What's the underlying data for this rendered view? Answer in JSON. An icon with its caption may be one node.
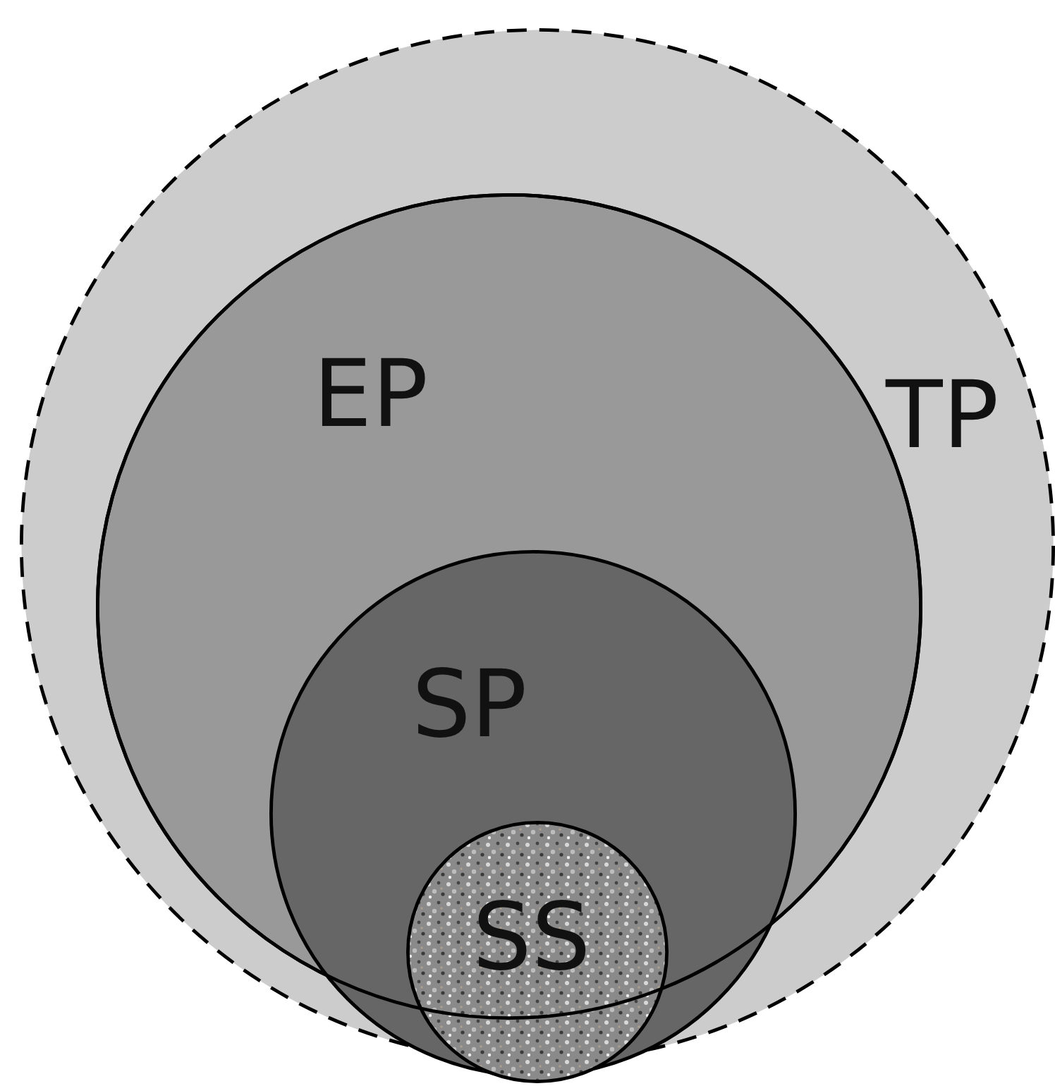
{
  "diagram": {
    "nodes": [
      {
        "text": [
          "TP"
        ]
      },
      {
        "text": [
          "EP"
        ],
        "in": 0
      },
      {
        "text": [
          "SP"
        ],
        "in": 0
      },
      {
        "text": [
          "SS"
        ],
        "in": 2
      }
    ]
  }
}
